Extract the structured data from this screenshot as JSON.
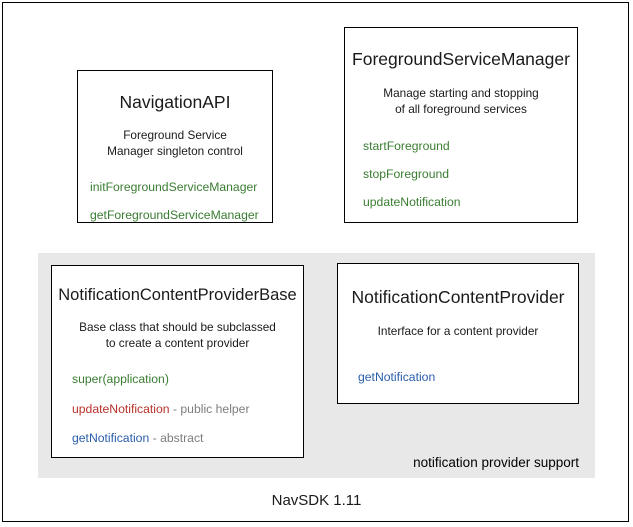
{
  "diagram": {
    "footer_caption": "NavSDK 1.11",
    "group_region": {
      "label": "notification provider support",
      "background_color": "#e8e8e8"
    },
    "colors": {
      "method_green": "#3a7d32",
      "method_red": "#b8312a",
      "method_blue": "#2a5eaa",
      "suffix_gray": "#7d7d7d",
      "border": "#000000",
      "text": "#1a1a1a",
      "page_background": "#ffffff"
    },
    "classes": [
      {
        "id": "navigation-api",
        "title": "NavigationAPI",
        "description_line1": "Foreground Service",
        "description_line2": "Manager singleton control",
        "members": [
          {
            "name": "initForegroundServiceManager",
            "suffix": "",
            "color": "#3a7d32"
          },
          {
            "name": "getForegroundServiceManager",
            "suffix": "",
            "color": "#3a7d32"
          }
        ]
      },
      {
        "id": "foreground-service-manager",
        "title": "ForegroundServiceManager",
        "description_line1": "Manage starting and stopping",
        "description_line2": "of all foreground services",
        "members": [
          {
            "name": "startForeground",
            "suffix": "",
            "color": "#3a7d32"
          },
          {
            "name": "stopForeground",
            "suffix": "",
            "color": "#3a7d32"
          },
          {
            "name": "updateNotification",
            "suffix": "",
            "color": "#3a7d32"
          }
        ]
      },
      {
        "id": "notification-content-provider-base",
        "title": "NotificationContentProviderBase",
        "description_line1": "Base class that should be subclassed",
        "description_line2": "to create a content provider",
        "members": [
          {
            "name": "super(application)",
            "suffix": "",
            "color": "#3a7d32"
          },
          {
            "name": "updateNotification",
            "suffix": " - public helper",
            "color": "#b8312a"
          },
          {
            "name": "getNotification",
            "suffix": " - abstract",
            "color": "#2a5eaa"
          }
        ]
      },
      {
        "id": "notification-content-provider",
        "title": "NotificationContentProvider",
        "description_line1": "Interface for a content provider",
        "description_line2": "",
        "members": [
          {
            "name": "getNotification",
            "suffix": "",
            "color": "#2a5eaa"
          }
        ]
      }
    ]
  }
}
